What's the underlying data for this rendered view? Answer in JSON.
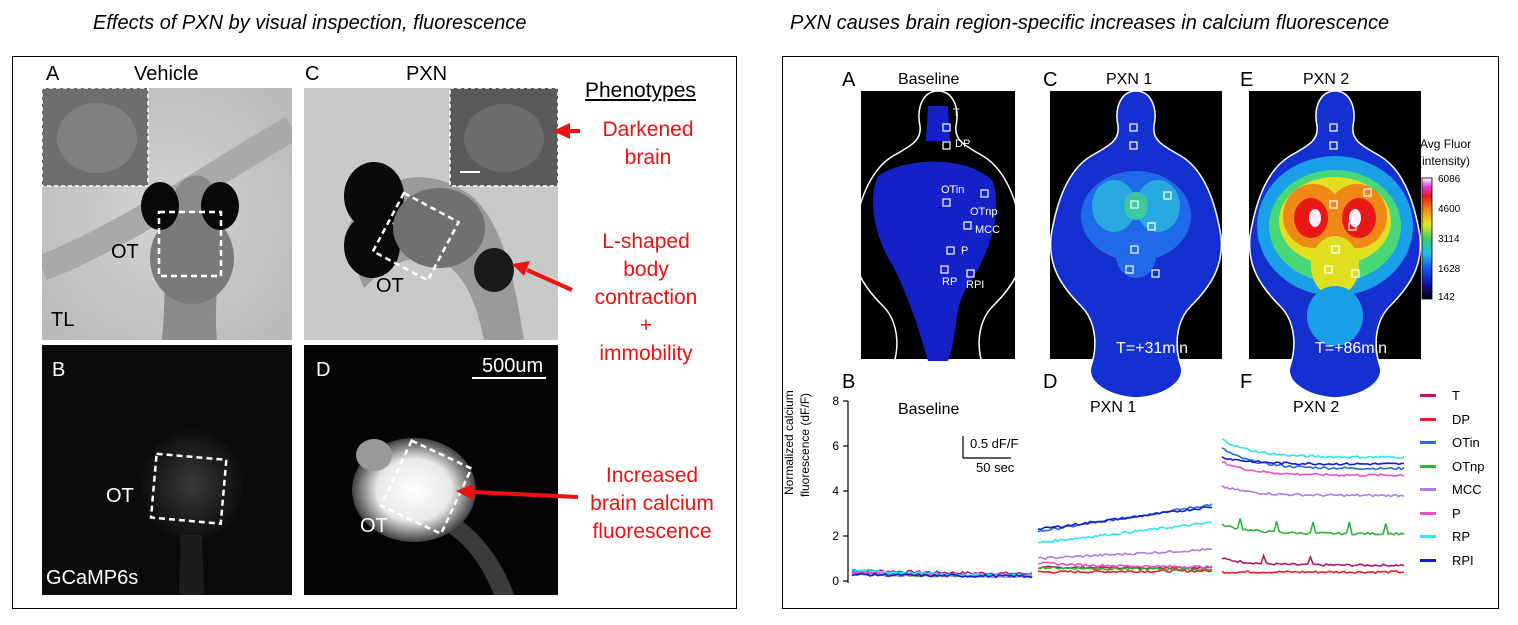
{
  "left": {
    "title": "Effects of PXN by visual inspection, fluorescence",
    "panels": {
      "A": {
        "letter": "A",
        "title": "Vehicle",
        "region": "OT",
        "corner": "TL"
      },
      "B": {
        "letter": "B",
        "region": "OT",
        "corner": "GCaMP6s"
      },
      "C": {
        "letter": "C",
        "title": "PXN",
        "region": "OT"
      },
      "D": {
        "letter": "D",
        "region": "OT",
        "scale": "500um"
      }
    },
    "phenotypes": {
      "heading": "Phenotypes",
      "items": [
        {
          "lines": [
            "Darkened",
            "brain"
          ]
        },
        {
          "lines": [
            "L-shaped",
            "body",
            "contraction",
            "+",
            "immobility"
          ]
        },
        {
          "lines": [
            "Increased",
            "brain calcium",
            "fluorescence"
          ]
        }
      ]
    },
    "colors": {
      "annotation": "#ee1111"
    }
  },
  "right": {
    "title": "PXN causes brain region-specific increases in calcium fluorescence",
    "maps": [
      {
        "letter": "A",
        "title": "Baseline",
        "time": ""
      },
      {
        "letter": "C",
        "title": "PXN 1",
        "time": "T=+31min"
      },
      {
        "letter": "E",
        "title": "PXN 2",
        "time": "T=+86min"
      }
    ],
    "roi_labels": [
      "T",
      "DP",
      "OTin",
      "OTnp",
      "MCC",
      "P",
      "RP",
      "RPI"
    ],
    "colorbar": {
      "title_line1": "Avg Fluor",
      "title_line2": "(intensity)",
      "ticks": [
        "6086",
        "4600",
        "3114",
        "1628",
        "142"
      ]
    },
    "traces": {
      "letters": [
        "B",
        "D",
        "F"
      ],
      "titles": [
        "Baseline",
        "PXN 1",
        "PXN 2"
      ],
      "ylabel_line1": "Normalized calcium",
      "ylabel_line2": "fluorescence (dF/F)",
      "yticks": [
        "0",
        "2",
        "4",
        "6",
        "8"
      ],
      "scalebar_y": "0.5 dF/F",
      "scalebar_x": "50 sec"
    }
  },
  "chart_data": {
    "type": "line",
    "ylabel": "Normalized calcium fluorescence (dF/F)",
    "ylim": [
      0,
      8
    ],
    "yticks": [
      0,
      2,
      4,
      6,
      8
    ],
    "segments": [
      "Baseline",
      "PXN 1",
      "PXN 2"
    ],
    "series": [
      {
        "name": "T",
        "color": "#b5166b",
        "start": [
          0.5,
          0.6,
          1.0
        ],
        "end": [
          0.3,
          0.6,
          0.7
        ]
      },
      {
        "name": "DP",
        "color": "#ee1c24",
        "start": [
          0.35,
          0.4,
          0.4
        ],
        "end": [
          0.2,
          0.45,
          0.4
        ]
      },
      {
        "name": "OTin",
        "color": "#2a6ad6",
        "start": [
          0.4,
          2.2,
          5.9
        ],
        "end": [
          0.2,
          3.4,
          5.0
        ]
      },
      {
        "name": "OTnp",
        "color": "#2db33a",
        "start": [
          0.3,
          0.6,
          2.5
        ],
        "end": [
          0.2,
          0.5,
          2.1
        ]
      },
      {
        "name": "MCC",
        "color": "#b07ae8",
        "start": [
          0.3,
          1.0,
          4.2
        ],
        "end": [
          0.2,
          1.4,
          3.8
        ]
      },
      {
        "name": "P",
        "color": "#ee4fc4",
        "start": [
          0.4,
          0.8,
          5.3
        ],
        "end": [
          0.2,
          0.6,
          4.7
        ]
      },
      {
        "name": "RP",
        "color": "#2ee8ee",
        "start": [
          0.5,
          1.7,
          6.3
        ],
        "end": [
          0.2,
          2.6,
          5.5
        ]
      },
      {
        "name": "RPI",
        "color": "#0b1fd6",
        "start": [
          0.3,
          2.3,
          5.5
        ],
        "end": [
          0.2,
          3.3,
          5.2
        ]
      }
    ]
  }
}
